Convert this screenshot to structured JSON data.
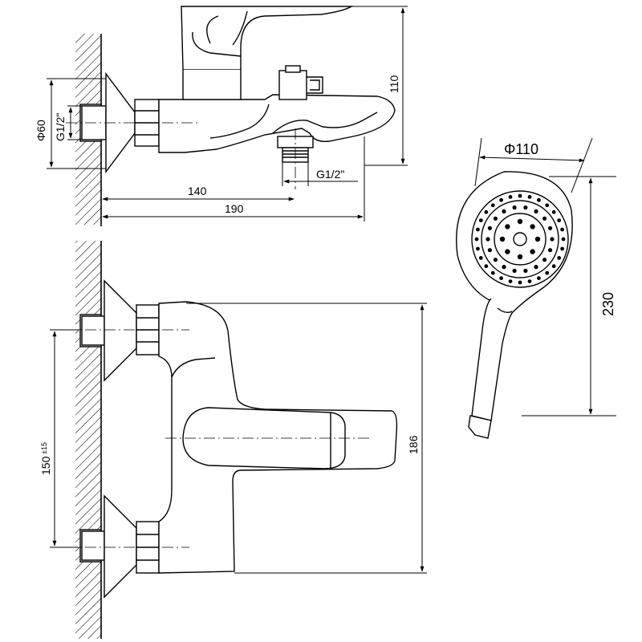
{
  "side_view": {
    "dim_diameter_flange": "Φ60",
    "dim_thread_inlet": "G1/2\"",
    "dim_thread_outlet": "G1/2\"",
    "dim_height": "110",
    "dim_outlet_distance": "140",
    "dim_total_length": "190"
  },
  "front_view": {
    "dim_inlet_spacing": "150",
    "dim_inlet_spacing_tolerance": "±15",
    "dim_body_height": "186"
  },
  "shower_head": {
    "dim_head_diameter": "Φ110",
    "dim_total_length": "230"
  },
  "colors": {
    "line": "#000000",
    "background": "#ffffff"
  }
}
